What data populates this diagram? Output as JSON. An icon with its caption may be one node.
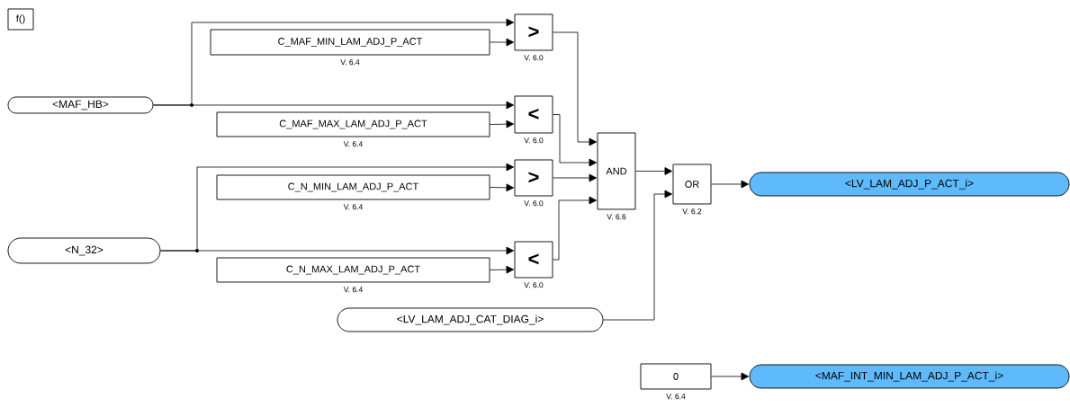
{
  "diagram": {
    "nodes": [
      {
        "text": [
          "f()"
        ]
      },
      {
        "text": [
          "<MAF_HB>"
        ]
      },
      {
        "text": [
          "C_MAF_MIN_LAM_ADJ_P_ACT"
        ],
        "beside": [
          "V. 6.4"
        ]
      },
      {
        "text": [
          ">"
        ],
        "beside": [
          "V. 6.0"
        ]
      },
      {
        "text": [
          "C_MAF_MAX_LAM_ADJ_P_ACT"
        ],
        "beside": [
          "V. 6.4"
        ]
      },
      {
        "text": [
          "<"
        ],
        "beside": [
          "V. 6.0"
        ]
      },
      {
        "text": [
          "<N_32>"
        ]
      },
      {
        "text": [
          "C_N_MIN_LAM_ADJ_P_ACT"
        ],
        "beside": [
          "V. 6.4"
        ]
      },
      {
        "text": [
          ">"
        ],
        "beside": [
          "V. 6.0"
        ]
      },
      {
        "text": [
          "C_N_MAX_LAM_ADJ_P_ACT"
        ],
        "beside": [
          "V. 6.4"
        ]
      },
      {
        "text": [
          "<"
        ],
        "beside": [
          "V. 6.0"
        ]
      },
      {
        "text": [
          "<LV_LAM_ADJ_CAT_DIAG_i>"
        ]
      },
      {
        "text": [
          "AND"
        ],
        "beside": [
          "V. 6.6"
        ]
      },
      {
        "text": [
          "OR"
        ],
        "beside": [
          "V. 6.2"
        ]
      },
      {
        "text": [
          "<LV_LAM_ADJ_P_ACT_i>"
        ]
      },
      {
        "text": [
          "0"
        ],
        "beside": [
          "V. 6.4"
        ]
      },
      {
        "text": [
          "<MAF_INT_MIN_LAM_ADJ_P_ACT_i>"
        ]
      }
    ],
    "edges": [
      {
        "from": 1,
        "to": 3,
        "arrow": "to"
      },
      {
        "from": 2,
        "to": 3,
        "arrow": "to"
      },
      {
        "from": 1,
        "to": 5,
        "arrow": "to"
      },
      {
        "from": 4,
        "to": 5,
        "arrow": "to"
      },
      {
        "from": 6,
        "to": 8,
        "arrow": "to"
      },
      {
        "from": 7,
        "to": 8,
        "arrow": "to"
      },
      {
        "from": 6,
        "to": 10,
        "arrow": "to"
      },
      {
        "from": 9,
        "to": 10,
        "arrow": "to"
      },
      {
        "from": 3,
        "to": 12,
        "arrow": "to"
      },
      {
        "from": 5,
        "to": 12,
        "arrow": "to"
      },
      {
        "from": 8,
        "to": 12,
        "arrow": "to"
      },
      {
        "from": 10,
        "to": 12,
        "arrow": "to"
      },
      {
        "from": 12,
        "to": 13,
        "arrow": "to"
      },
      {
        "from": 11,
        "to": 13,
        "arrow": "to"
      },
      {
        "from": 13,
        "to": 14,
        "arrow": "to"
      },
      {
        "from": 15,
        "to": 16,
        "arrow": "to"
      }
    ]
  }
}
